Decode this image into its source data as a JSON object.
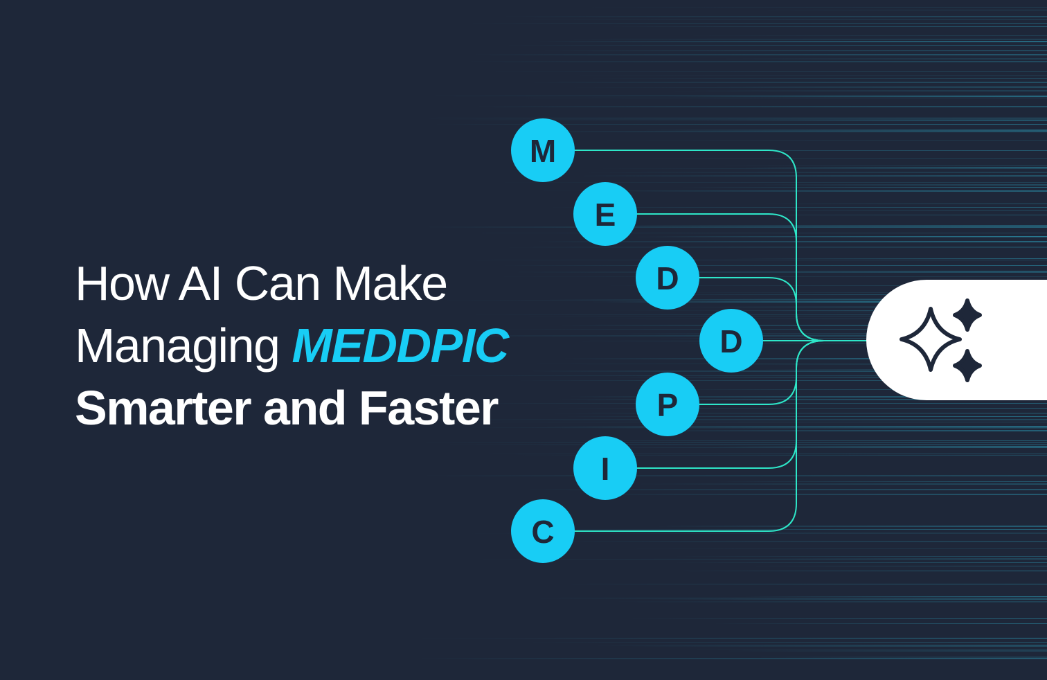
{
  "headline": {
    "line1": "How AI Can Make",
    "line2_prefix": "Managing ",
    "line2_accent": "MEDDPIC",
    "line3": "Smarter and Faster"
  },
  "nodes": [
    {
      "letter": "M"
    },
    {
      "letter": "E"
    },
    {
      "letter": "D"
    },
    {
      "letter": "D"
    },
    {
      "letter": "P"
    },
    {
      "letter": "I"
    },
    {
      "letter": "C"
    }
  ],
  "hub": {
    "icon": "sparkles-icon"
  },
  "colors": {
    "background": "#1e2739",
    "accent": "#18cdf5",
    "connector": "#2ee6c8",
    "hub": "#ffffff",
    "icon": "#1e2739"
  }
}
